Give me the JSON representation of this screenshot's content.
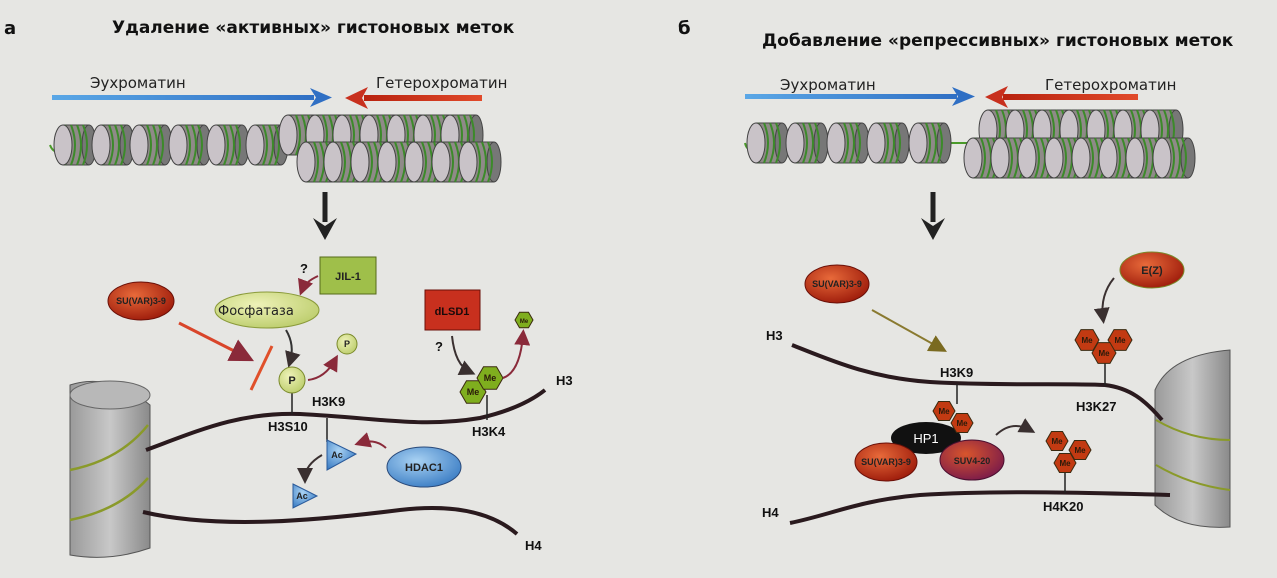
{
  "panel_a": {
    "letter": "а",
    "title": "Удаление «активных» гистоновых меток",
    "euchromatin": "Эухроматин",
    "heterochromatin": "Гетерохроматин",
    "enzymes": {
      "suvar": "SU(VAR)3-9",
      "jil1": "JIL-1",
      "phosphatase": "Фосфатаза",
      "dlsd1": "dLSD1",
      "hdac1": "HDAC1"
    },
    "question": "?",
    "marks": {
      "p": "P",
      "me": "Me",
      "ac": "Ac"
    },
    "sites": {
      "h3k9": "H3K9",
      "h3s10": "H3S10",
      "h3k4": "H3K4"
    },
    "histones": {
      "h3": "H3",
      "h4": "H4"
    }
  },
  "panel_b": {
    "letter": "б",
    "title": "Добавление «репрессивных» гистоновых меток",
    "euchromatin": "Эухроматин",
    "heterochromatin": "Гетерохроматин",
    "enzymes": {
      "suvar": "SU(VAR)3-9",
      "ez": "E(Z)",
      "hp1": "HP1",
      "suv420": "SUV4-20"
    },
    "marks": {
      "me": "Me"
    },
    "sites": {
      "h3k9": "H3K9",
      "h3k27": "H3K27",
      "h4k20": "H4K20"
    },
    "histones": {
      "h3": "H3",
      "h4": "H4"
    }
  },
  "colors": {
    "euchromatin_arrow": "#3a8fd6",
    "heterochromatin_arrow": "#c8301e",
    "me_hex_green": "#7fae1e",
    "me_hex_red": "#c23a12",
    "ac_triangle": "#4d8fd0"
  }
}
